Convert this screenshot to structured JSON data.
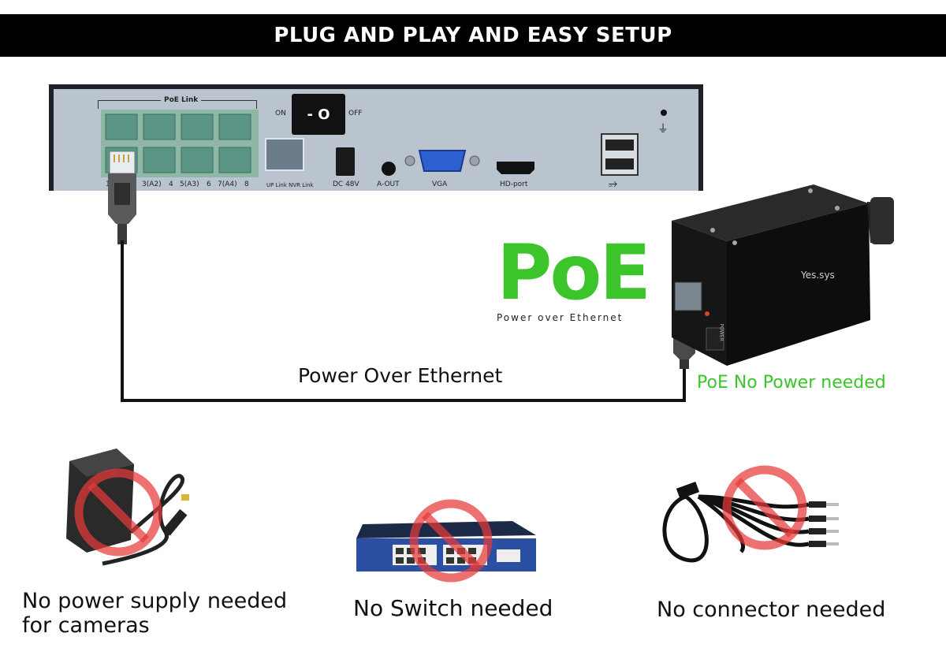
{
  "banner": {
    "title": "PLUG AND PLAY AND EASY SETUP"
  },
  "nvr": {
    "poe_link_label": "PoE Link",
    "switch_on": "ON",
    "switch_off": "OFF",
    "port_labels": [
      "1(A",
      "3(A2)",
      "4",
      "5(A3)",
      "6",
      "7(A4)",
      "8"
    ],
    "uplink_label": "UP Link  NVR Link",
    "dc_label": "DC 48V",
    "aout_label": "A-OUT",
    "vga_label": "VGA",
    "hd_label": "HD-port"
  },
  "camera": {
    "brand": "Yes.sys",
    "power_label": "POWER"
  },
  "poe_logo": {
    "word": "PoE",
    "subtitle": "Power over Ethernet"
  },
  "cable_label": "Power Over Ethernet",
  "camera_note": "PoE No Power needed",
  "items": [
    {
      "line1": "No power supply needed",
      "line2": "for cameras"
    },
    {
      "line1": "No Switch needed"
    },
    {
      "line1": "No connector needed"
    }
  ],
  "colors": {
    "poe_green": "#3bc52b",
    "prohibit_red": "#e63a3a",
    "switch_blue": "#2a4fa3",
    "vga_blue": "#2e5fd0"
  }
}
